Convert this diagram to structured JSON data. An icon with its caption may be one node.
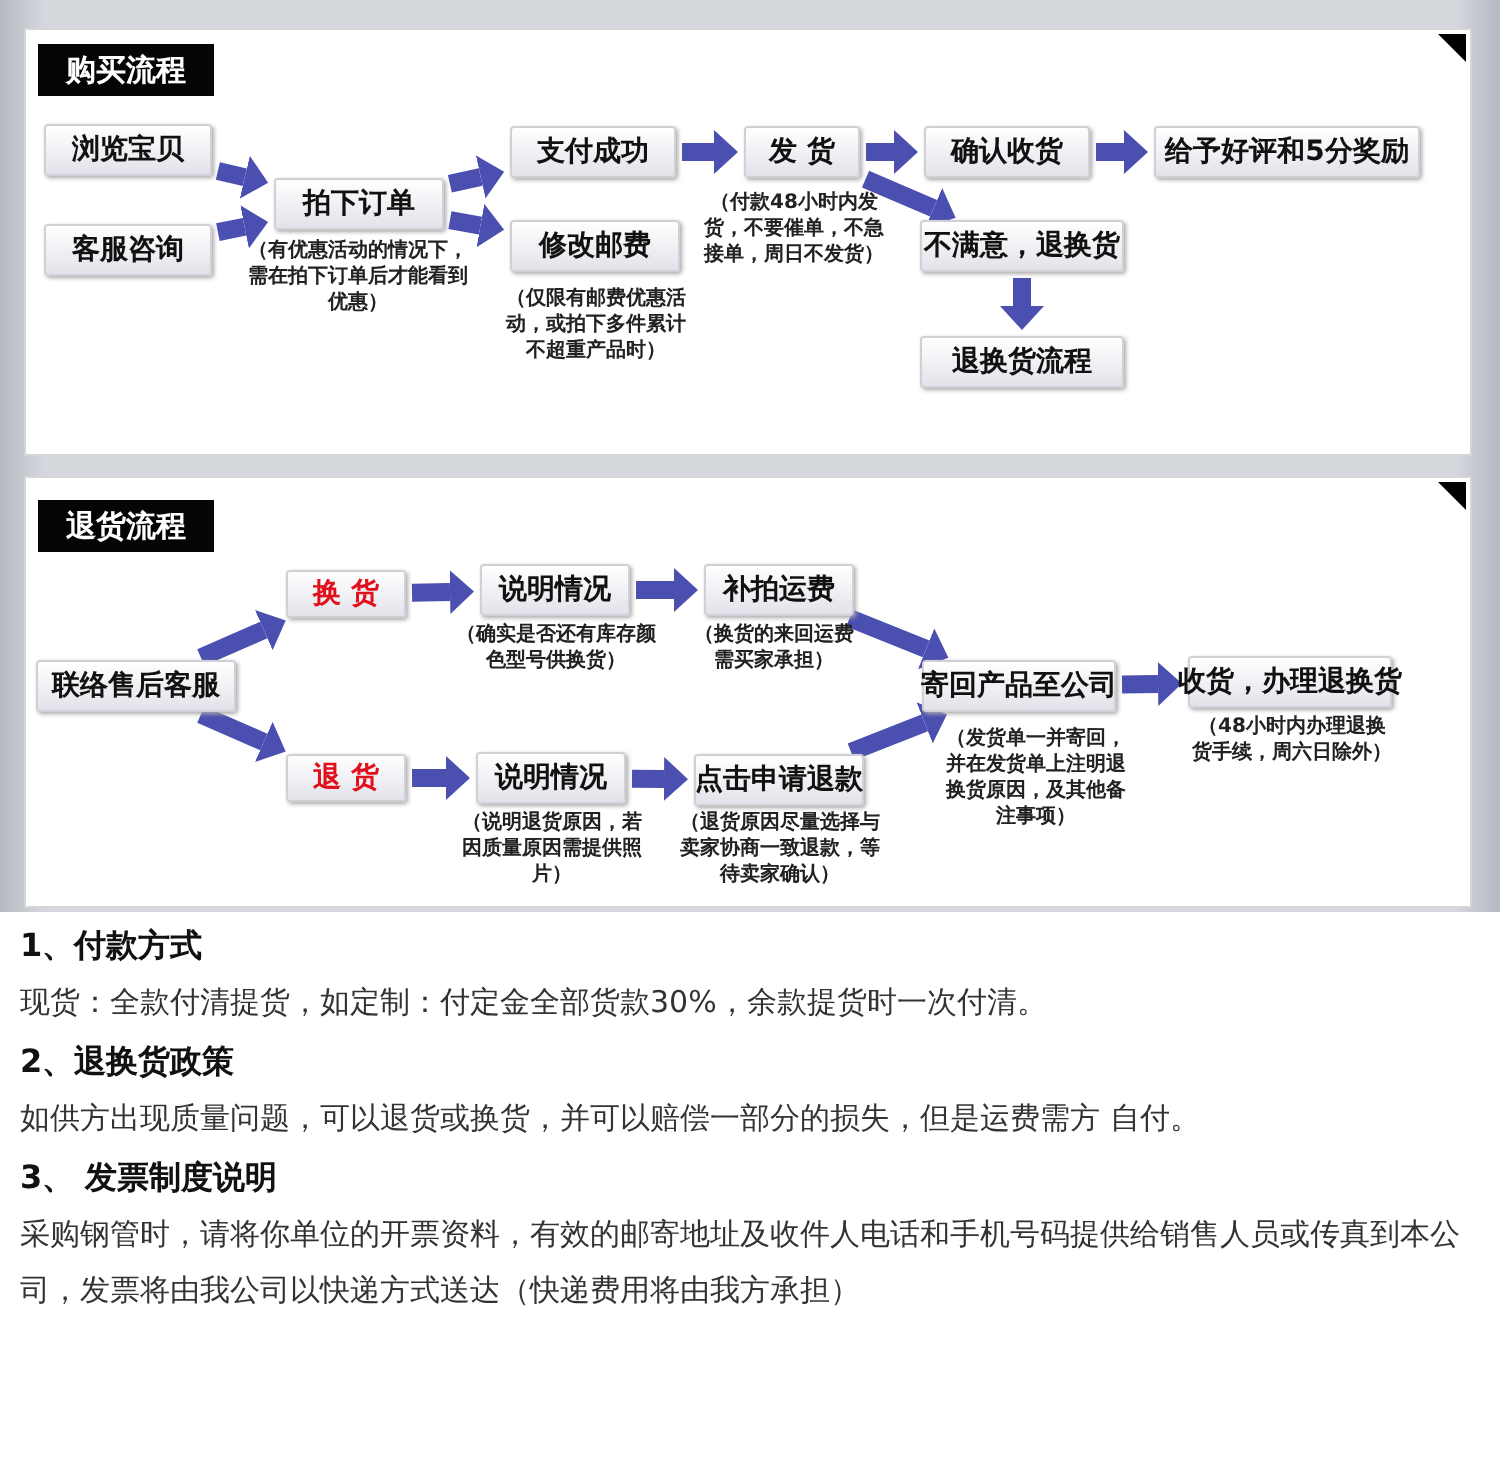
{
  "diagram": {
    "nodes": [
      {
        "text": [
          "购买流程"
        ]
      },
      {
        "text": [
          "浏览宝贝"
        ],
        "in": 0
      },
      {
        "text": [
          "客服咨询"
        ],
        "in": 0
      },
      {
        "text": [
          "拍下订单"
        ],
        "in": 0,
        "beside": [
          "（有优惠活动的情况下，需在拍下订单后才能看到优惠）"
        ]
      },
      {
        "text": [
          "支付成功"
        ],
        "in": 0
      },
      {
        "text": [
          "修改邮费"
        ],
        "in": 0,
        "beside": [
          "（仅限有邮费优惠活动，或拍下多件累计不超重产品时）"
        ]
      },
      {
        "text": [
          "发 货"
        ],
        "in": 0,
        "beside": [
          "（付款48小时内发货，不要催单，不急接单，周日不发货）"
        ]
      },
      {
        "text": [
          "确认收货"
        ],
        "in": 0
      },
      {
        "text": [
          "给予好评和5分奖励"
        ],
        "in": 0
      },
      {
        "text": [
          "不满意，退换货"
        ],
        "in": 0
      },
      {
        "text": [
          "退换货流程"
        ],
        "in": 0
      },
      {
        "text": [
          "退货流程"
        ]
      },
      {
        "text": [
          "联络售后客服"
        ],
        "in": 11
      },
      {
        "text": [
          "换 货"
        ],
        "in": 11
      },
      {
        "text": [
          "说明情况"
        ],
        "in": 11,
        "beside": [
          "（确实是否还有库存颜色型号供换货）"
        ]
      },
      {
        "text": [
          "补拍运费"
        ],
        "in": 11,
        "beside": [
          "（换货的来回运费需买家承担）"
        ]
      },
      {
        "text": [
          "退 货"
        ],
        "in": 11
      },
      {
        "text": [
          "说明情况"
        ],
        "in": 11,
        "beside": [
          "（说明退货原因，若因质量原因需提供照片）"
        ]
      },
      {
        "text": [
          "点击申请退款"
        ],
        "in": 11,
        "beside": [
          "（退货原因尽量选择与卖家协商一致退款，等待卖家确认）"
        ]
      },
      {
        "text": [
          "寄回产品至公司"
        ],
        "in": 11,
        "beside": [
          "（发货单一并寄回，并在发货单上注明退换货原因，及其他备注事项）"
        ]
      },
      {
        "text": [
          "收货，办理退换货"
        ],
        "in": 11,
        "beside": [
          "（48小时内办理退换货手续，周六日除外）"
        ]
      }
    ],
    "edges": [
      {
        "from": 1,
        "to": 3,
        "arrow": "to"
      },
      {
        "from": 2,
        "to": 3,
        "arrow": "to"
      },
      {
        "from": 3,
        "to": 4,
        "arrow": "to"
      },
      {
        "from": 3,
        "to": 5,
        "arrow": "to"
      },
      {
        "from": 4,
        "to": 6,
        "arrow": "to"
      },
      {
        "from": 6,
        "to": 7,
        "arrow": "to"
      },
      {
        "from": 7,
        "to": 8,
        "arrow": "to"
      },
      {
        "from": 6,
        "to": 9,
        "arrow": "to"
      },
      {
        "from": 9,
        "to": 10,
        "arrow": "to"
      },
      {
        "from": 12,
        "to": 13,
        "arrow": "to"
      },
      {
        "from": 12,
        "to": 16,
        "arrow": "to"
      },
      {
        "from": 13,
        "to": 14,
        "arrow": "to"
      },
      {
        "from": 14,
        "to": 15,
        "arrow": "to"
      },
      {
        "from": 16,
        "to": 17,
        "arrow": "to"
      },
      {
        "from": 17,
        "to": 18,
        "arrow": "to"
      },
      {
        "from": 15,
        "to": 19,
        "arrow": "to"
      },
      {
        "from": 18,
        "to": 19,
        "arrow": "to"
      },
      {
        "from": 19,
        "to": 20,
        "arrow": "to"
      }
    ],
    "labels": [
      "1、付款方式",
      "现货：全款付清提货，如定制：付定金全部货款30%，余款提货时一次付清。",
      "2、退换货政策",
      "如供方出现质量问题，可以退货或换货，并可以赔偿一部分的损失，但是运费需方 自付。",
      "3、 发票制度说明",
      "采购钢管时，请将你单位的开票资料，有效的邮寄地址及收件人电话和手机号码提供给销售人员或传真到本公司，发票将由我公司以快递方式送达（快递费用将由我方承担）"
    ]
  }
}
